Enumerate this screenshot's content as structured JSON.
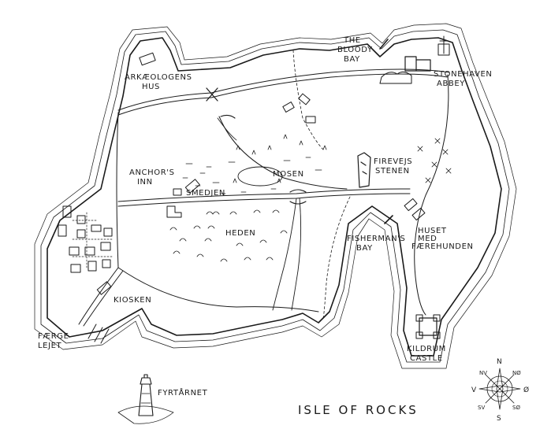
{
  "title": "ISLE OF ROCKS",
  "labels": {
    "bloody_bay": [
      "THE",
      "BLOODY",
      "BAY"
    ],
    "abbey": [
      "STONEHAVEN",
      "ABBEY"
    ],
    "arkaeologens": [
      "ARKÆOLOGENS",
      "HUS"
    ],
    "anchors_inn": [
      "ANCHOR'S",
      "INN"
    ],
    "mosen": "MOSEN",
    "smedjen": "SMEDJEN",
    "heden": "HEDEN",
    "firevejs": [
      "FIREVEJS",
      "STENEN"
    ],
    "fishermans": [
      "FISHERMAN'S",
      "BAY"
    ],
    "huset": [
      "HUSET",
      "MED",
      "FÆREHUNDEN"
    ],
    "kiosken": "KIOSKEN",
    "faergelejet": [
      "FÆRGE",
      "LEJET"
    ],
    "kildrum": [
      "KILDRUM",
      "CASTLE"
    ],
    "fyrtaarnet": "FYRTÅRNET"
  },
  "compass": {
    "n": "N",
    "s": "S",
    "v": "V",
    "o": "Ø",
    "nv": "NV",
    "no": "NØ",
    "sv": "SV",
    "so": "SØ"
  },
  "colors": {
    "ink": "#1a1a1a",
    "paper": "#ffffff"
  }
}
